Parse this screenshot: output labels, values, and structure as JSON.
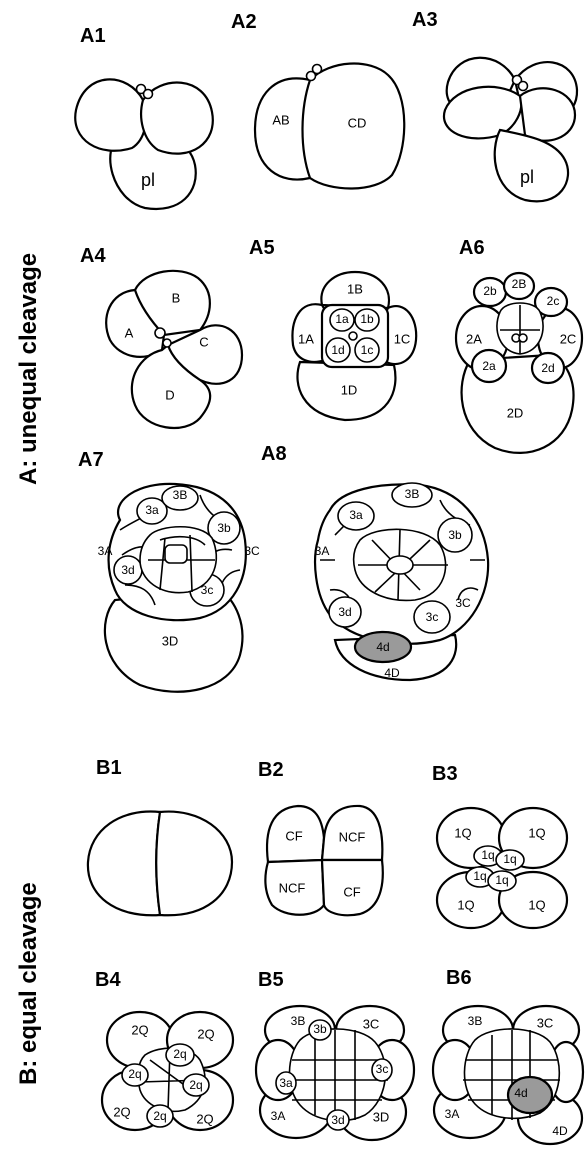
{
  "sections": {
    "a_title": "A: unequal cleavage",
    "b_title": "B: equal cleavage"
  },
  "panels": {
    "A1": "A1",
    "A2": "A2",
    "A3": "A3",
    "A4": "A4",
    "A5": "A5",
    "A6": "A6",
    "A7": "A7",
    "A8": "A8",
    "B1": "B1",
    "B2": "B2",
    "B3": "B3",
    "B4": "B4",
    "B5": "B5",
    "B6": "B6"
  },
  "cells": {
    "a1_pl": "pl",
    "a2_ab": "AB",
    "a2_cd": "CD",
    "a3_pl": "pl",
    "a4_a": "A",
    "a4_b": "B",
    "a4_c": "C",
    "a4_d": "D",
    "a5_1b": "1B",
    "a5_1a_big": "1A",
    "a5_1c": "1C",
    "a5_1d_big": "1D",
    "a5_1a": "1a",
    "a5_1b_small": "1b",
    "a5_1d": "1d",
    "a5_1c_small": "1c",
    "a6_2b": "2b",
    "a6_2B": "2B",
    "a6_2c": "2c",
    "a6_2A": "2A",
    "a6_2C": "2C",
    "a6_2a": "2a",
    "a6_2d": "2d",
    "a6_2D": "2D",
    "a7_3a": "3a",
    "a7_3B": "3B",
    "a7_3b": "3b",
    "a7_3A": "3A",
    "a7_3C": "3C",
    "a7_3d": "3d",
    "a7_3c": "3c",
    "a7_3D": "3D",
    "a8_3a": "3a",
    "a8_3B": "3B",
    "a8_3b": "3b",
    "a8_3A": "3A",
    "a8_3C": "3C",
    "a8_3d": "3d",
    "a8_3c": "3c",
    "a8_4d": "4d",
    "a8_4D": "4D",
    "b2_cf1": "CF",
    "b2_ncf1": "NCF",
    "b2_ncf2": "NCF",
    "b2_cf2": "CF",
    "b3_1Q_tl": "1Q",
    "b3_1Q_tr": "1Q",
    "b3_1Q_bl": "1Q",
    "b3_1Q_br": "1Q",
    "b3_1q_a": "1q",
    "b3_1q_b": "1q",
    "b3_1q_c": "1q",
    "b3_1q_d": "1q",
    "b4_2Q_tl": "2Q",
    "b4_2Q_tr": "2Q",
    "b4_2Q_bl": "2Q",
    "b4_2Q_br": "2Q",
    "b4_2q_a": "2q",
    "b4_2q_b": "2q",
    "b4_2q_c": "2q",
    "b4_2q_d": "2q",
    "b5_3B": "3B",
    "b5_3b": "3b",
    "b5_3C": "3C",
    "b5_3c": "3c",
    "b5_3a": "3a",
    "b5_3A": "3A",
    "b5_3d": "3d",
    "b5_3D": "3D",
    "b6_3B": "3B",
    "b6_3C": "3C",
    "b6_3A": "3A",
    "b6_4d": "4d",
    "b6_4D": "4D"
  },
  "colors": {
    "line": "#000000",
    "fill": "#ffffff",
    "highlight": "#9a9a9a"
  }
}
